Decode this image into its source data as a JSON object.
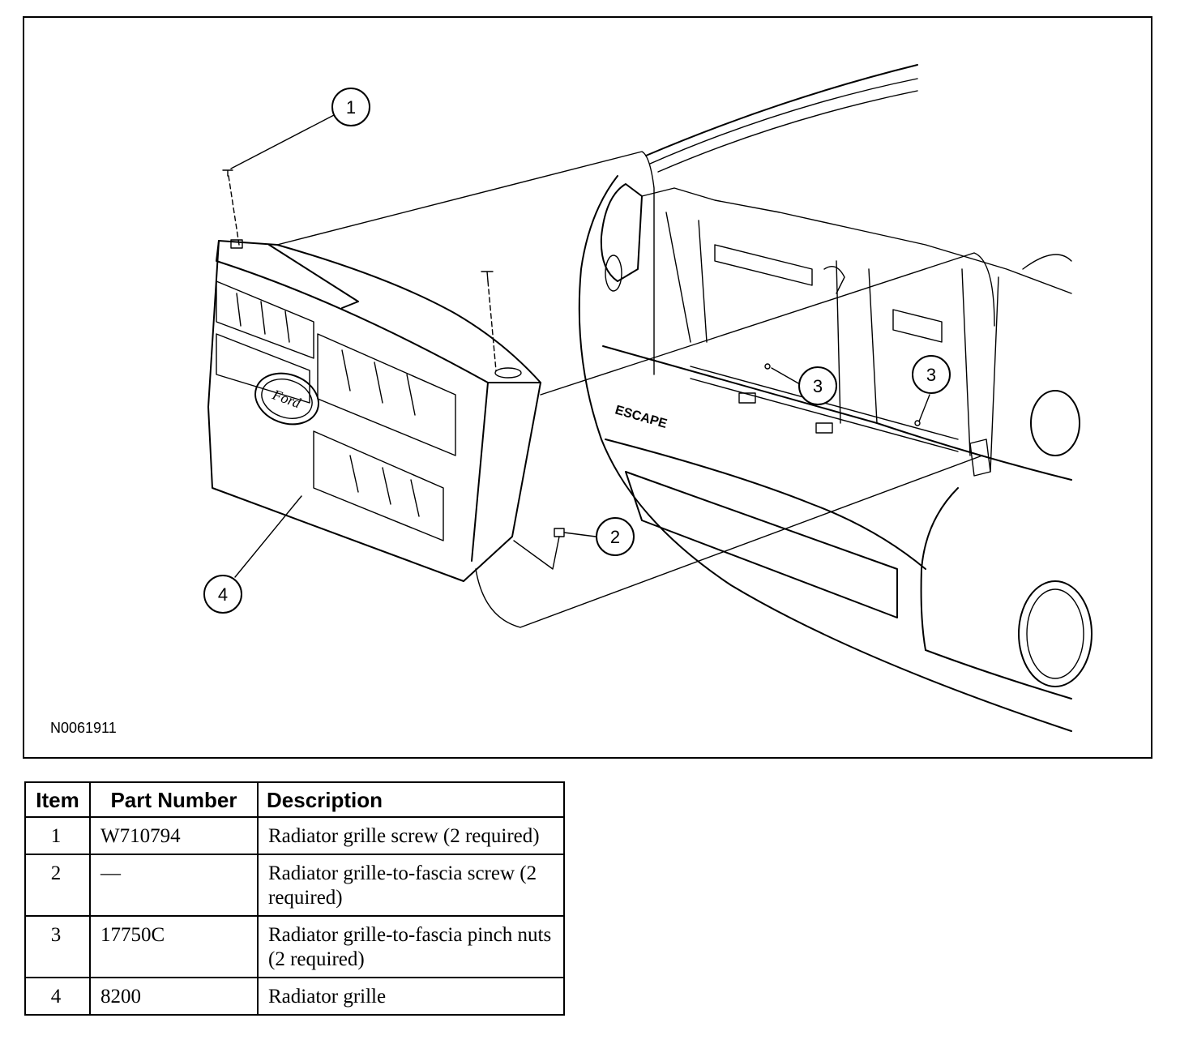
{
  "figure": {
    "id": "N0061911",
    "callouts": [
      {
        "label": "1"
      },
      {
        "label": "2"
      },
      {
        "label": "3"
      },
      {
        "label": "3"
      },
      {
        "label": "4"
      }
    ],
    "badges": {
      "emblem": "Ford",
      "nameplate": "ESCAPE"
    }
  },
  "table": {
    "headers": {
      "item": "Item",
      "part_number": "Part Number",
      "description": "Description"
    },
    "rows": [
      {
        "item": "1",
        "part_number": "W710794",
        "description": "Radiator grille screw (2 required)"
      },
      {
        "item": "2",
        "part_number": "—",
        "description": "Radiator grille-to-fascia screw (2 required)"
      },
      {
        "item": "3",
        "part_number": "17750C",
        "description": "Radiator grille-to-fascia pinch nuts (2 required)"
      },
      {
        "item": "4",
        "part_number": "8200",
        "description": "Radiator grille"
      }
    ]
  }
}
